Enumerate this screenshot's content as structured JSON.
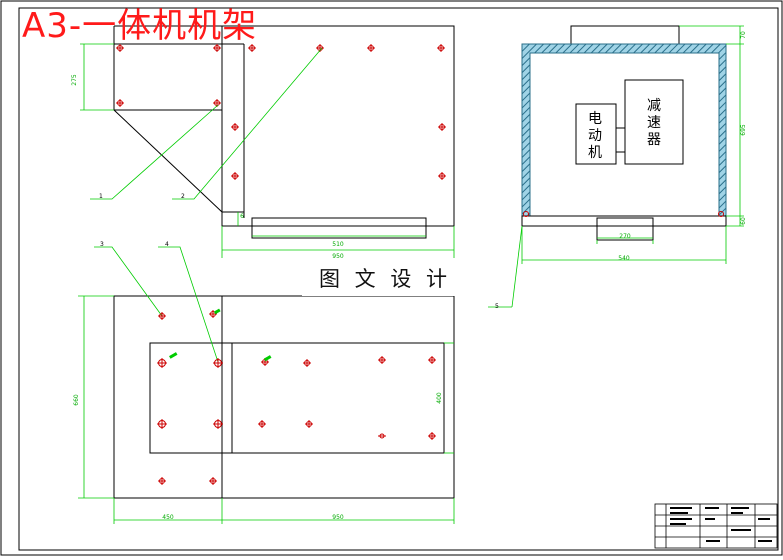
{
  "title": "A3-一体机机架",
  "watermark": "图 文 设 计",
  "components": {
    "motor": [
      "电",
      "动",
      "机"
    ],
    "reducer": [
      "减",
      "速",
      "器"
    ]
  },
  "part_numbers": [
    "1",
    "2",
    "3",
    "4",
    "5"
  ],
  "dimensions": {
    "top_left_height": "275",
    "base_inner": "510",
    "base_total": "950",
    "side_top": "70",
    "side_height": "695",
    "side_bottom": "60",
    "side_base": "270",
    "side_total": "540",
    "small_a": "6",
    "plan_height": "660",
    "plan_left": "450",
    "plan_right": "950",
    "plan_inner_h": "400"
  },
  "colors": {
    "title": "#ff1a1a",
    "dimension": "#00cc00",
    "line": "#000000",
    "mark": "#cc0000",
    "hatch": "#2a6f8a"
  }
}
